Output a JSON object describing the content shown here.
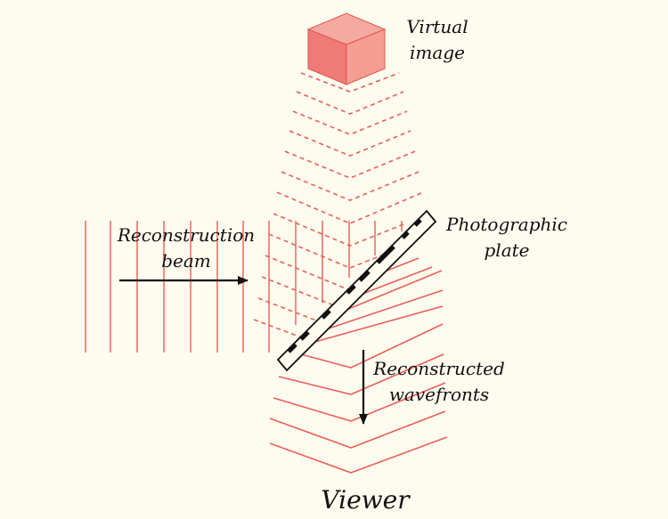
{
  "labels": {
    "virtual_image": [
      "Virtual",
      "image"
    ],
    "reconstruction_beam": [
      "Reconstruction",
      "beam"
    ],
    "photographic_plate": [
      "Photographic",
      "plate"
    ],
    "reconstructed_wavefronts": [
      "Reconstructed",
      "wavefronts"
    ],
    "viewer": "Viewer"
  },
  "colors": {
    "background": "#fefbef",
    "wave_lines": "#e8605a",
    "cube_front": "#ef7a76",
    "cube_top": "#f4aaa0",
    "cube_side": "#f69e94",
    "cube_edge": "#e0564f",
    "arrow": "#111111",
    "plate_outline": "#111111"
  }
}
